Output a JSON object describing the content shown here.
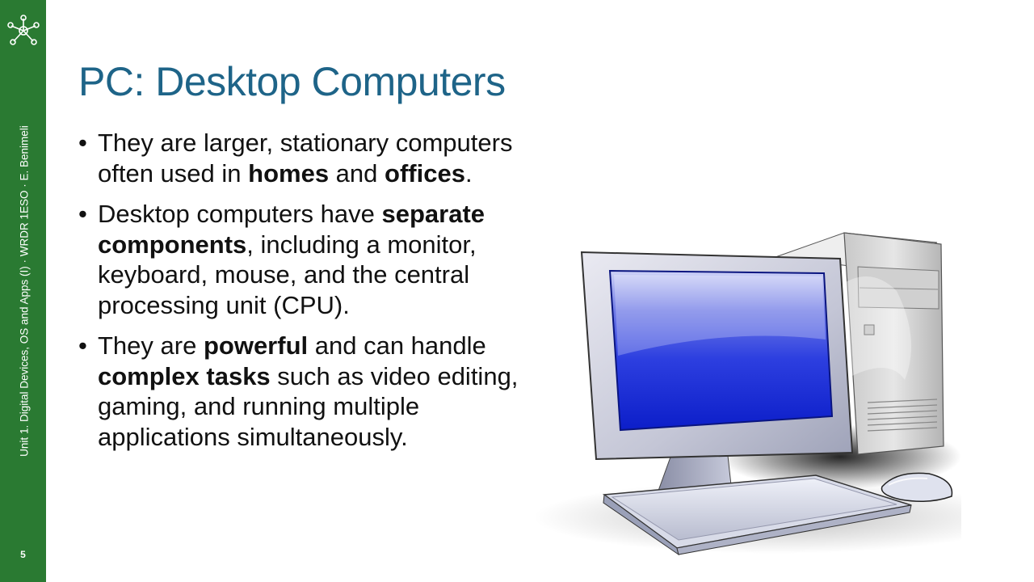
{
  "sidebar": {
    "label": "Unit 1. Digital Devices, OS and Apps (I) · WRDR 1ESO · E. Benimeli",
    "page_number": "5",
    "logo_icon": "network-nodes-icon"
  },
  "slide": {
    "title": "PC: Desktop Computers",
    "bullets": [
      [
        {
          "t": "They are larger, stationary computers often used in ",
          "b": false
        },
        {
          "t": "homes",
          "b": true
        },
        {
          "t": " and ",
          "b": false
        },
        {
          "t": "offices",
          "b": true
        },
        {
          "t": ".",
          "b": false
        }
      ],
      [
        {
          "t": "Desktop computers have ",
          "b": false
        },
        {
          "t": "separate components",
          "b": true
        },
        {
          "t": ", including a monitor, keyboard, mouse, and the central processing unit (CPU).",
          "b": false
        }
      ],
      [
        {
          "t": "They are ",
          "b": false
        },
        {
          "t": "powerful",
          "b": true
        },
        {
          "t": " and can handle ",
          "b": false
        },
        {
          "t": "complex tasks",
          "b": true
        },
        {
          "t": " such as video editing, gaming, and running multiple applications simultaneously.",
          "b": false
        }
      ]
    ],
    "illustration_icon": "desktop-computer-icon"
  },
  "colors": {
    "sidebar": "#2a7a32",
    "title": "#1e6488",
    "screen": "#1a2ee0"
  }
}
